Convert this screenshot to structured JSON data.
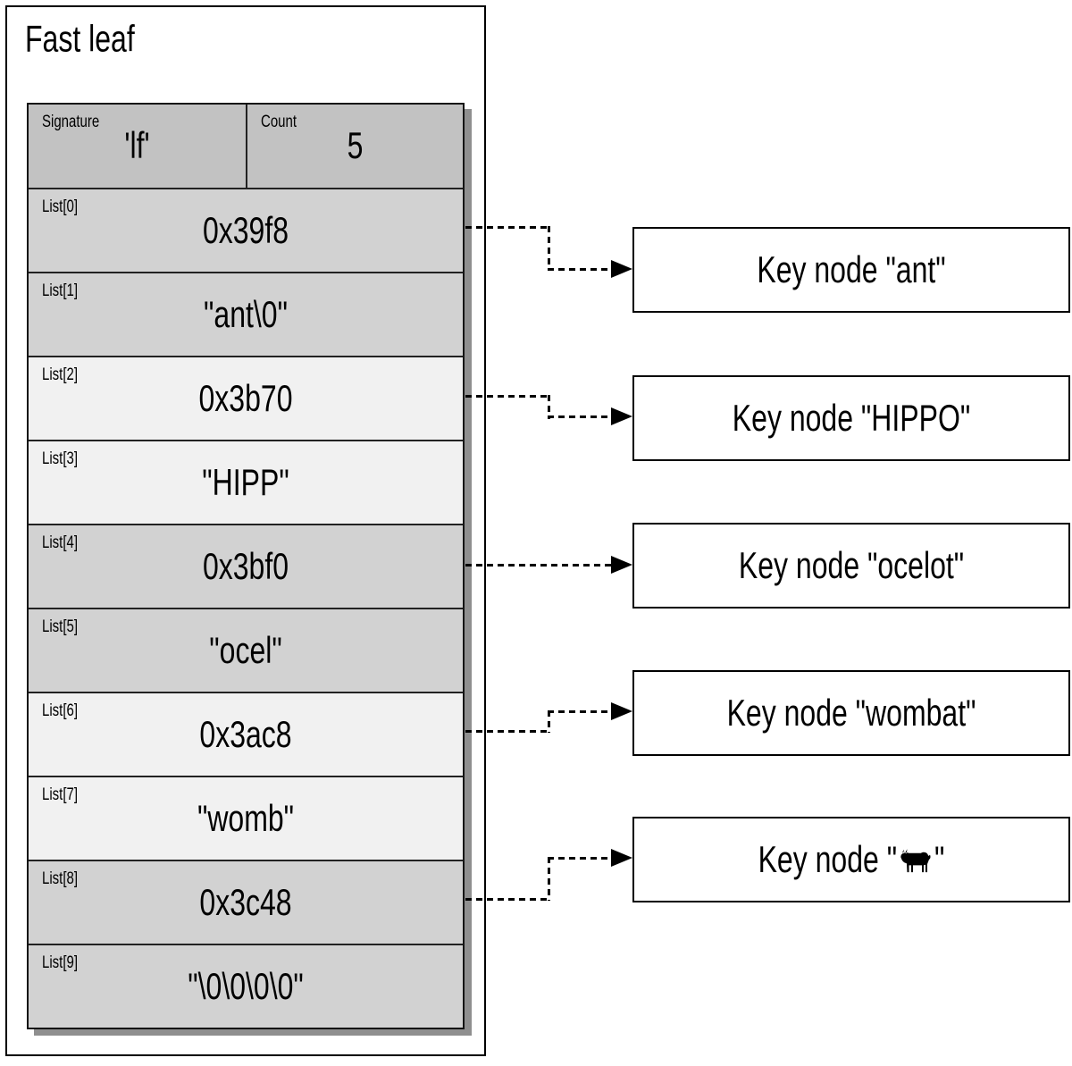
{
  "title": "Fast leaf",
  "table": {
    "header": [
      {
        "label": "Signature",
        "value": "'lf'"
      },
      {
        "label": "Count",
        "value": "5"
      }
    ],
    "rows": [
      {
        "label": "List[0]",
        "value": "0x39f8"
      },
      {
        "label": "List[1]",
        "value": "\"ant\\0\""
      },
      {
        "label": "List[2]",
        "value": "0x3b70"
      },
      {
        "label": "List[3]",
        "value": "\"HIPP\""
      },
      {
        "label": "List[4]",
        "value": "0x3bf0"
      },
      {
        "label": "List[5]",
        "value": "\"ocel\""
      },
      {
        "label": "List[6]",
        "value": "0x3ac8"
      },
      {
        "label": "List[7]",
        "value": "\"womb\""
      },
      {
        "label": "List[8]",
        "value": "0x3c48"
      },
      {
        "label": "List[9]",
        "value": "\"\\0\\0\\0\\0\""
      }
    ]
  },
  "key_nodes": [
    {
      "prefix": "Key node \"",
      "name": "ant",
      "suffix": "\""
    },
    {
      "prefix": "Key node \"",
      "name": "HIPPO",
      "suffix": "\""
    },
    {
      "prefix": "Key node \"",
      "name": "ocelot",
      "suffix": "\""
    },
    {
      "prefix": "Key node \"",
      "name": "wombat",
      "suffix": "\""
    },
    {
      "prefix": "Key node \"",
      "icon": "cow-icon",
      "suffix": "\""
    }
  ],
  "colors": {
    "background": "#ffffff",
    "header_fill": "#c2c2c2",
    "row_dark_fill": "#d2d2d2",
    "row_light_fill": "#f1f1f1",
    "table_shadow": "#8f8f8f",
    "border": "#000000",
    "connector": "#000000"
  }
}
